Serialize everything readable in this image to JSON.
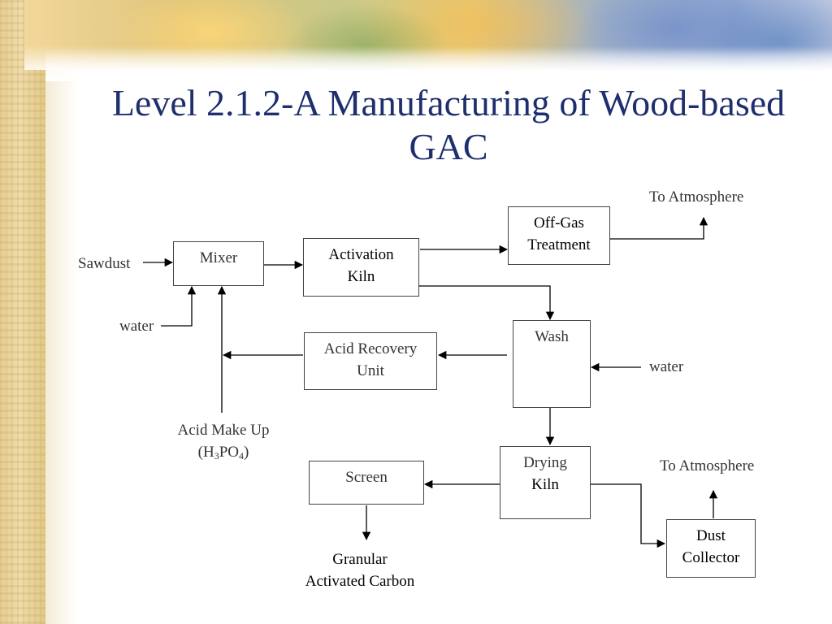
{
  "slide": {
    "title": "Level 2.1.2-A Manufacturing of Wood-based GAC"
  },
  "boxes": {
    "mixer": "Mixer",
    "activation_kiln_line1": "Activation",
    "activation_kiln_line2": "Kiln",
    "off_gas_line1": "Off-Gas",
    "off_gas_line2": "Treatment",
    "acid_recovery_line1": "Acid Recovery",
    "acid_recovery_line2": "Unit",
    "wash": "Wash",
    "drying_kiln_line1": "Drying",
    "drying_kiln_line2": "Kiln",
    "screen": "Screen",
    "dust_collector_line1": "Dust",
    "dust_collector_line2": "Collector"
  },
  "labels": {
    "sawdust": "Sawdust",
    "water_mixer": "water",
    "water_wash": "water",
    "to_atmosphere_1": "To Atmosphere",
    "to_atmosphere_2": "To Atmosphere",
    "acid_makeup_line1": "Acid Make Up",
    "acid_makeup_prefix": "(H",
    "acid_makeup_sub1": "3",
    "acid_makeup_mid": "PO",
    "acid_makeup_sub2": "4",
    "acid_makeup_suffix": ")",
    "gac_line1": "Granular",
    "gac_line2": "Activated Carbon"
  },
  "colors": {
    "title": "#1f2f6e",
    "box_border": "#444444",
    "arrow": "#000000"
  }
}
